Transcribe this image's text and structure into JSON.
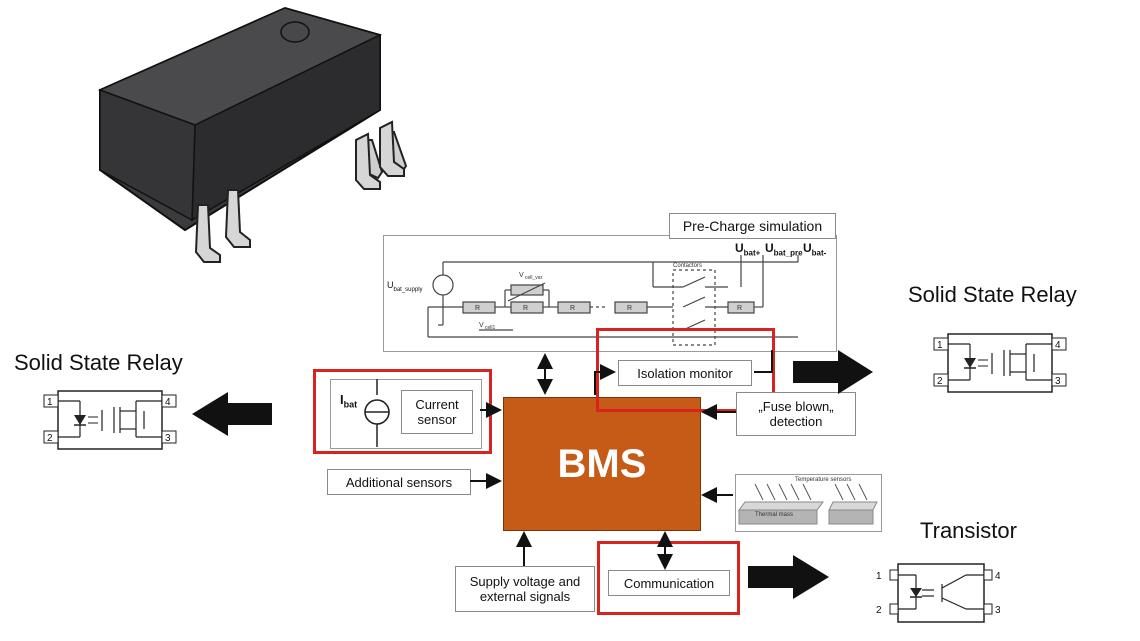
{
  "labels": {
    "ssr_left": "Solid State Relay",
    "ssr_right": "Solid State Relay",
    "transistor": "Transistor"
  },
  "precharge": {
    "title": "Pre-Charge simulation",
    "u_bat_plus_main": "U",
    "u_bat_plus_sub": "bat+",
    "u_bat_pre_main": "U",
    "u_bat_pre_sub": "bat_pre",
    "u_bat_minus_main": "U",
    "u_bat_minus_sub": "bat-",
    "u_bat_supply": "U",
    "u_bat_supply_sub": "bat_supply",
    "v_cell_var": "V",
    "v_cell_var_sub": "cell_var",
    "v_cell1": "V",
    "v_cell1_sub": "cell1",
    "contactors": "Contactors",
    "resistor": "R"
  },
  "blocks": {
    "bms": "BMS",
    "current_sensor": "Current sensor",
    "i_bat_main": "I",
    "i_bat_sub": "bat",
    "isolation_monitor": "Isolation monitor",
    "fuse_blown": "„Fuse blown„ detection",
    "additional_sensors": "Additional sensors",
    "temperature_sensors": "Temperature sensors",
    "thermal_mass": "Thermal mass",
    "supply_voltage": "Supply voltage and external signals",
    "communication": "Communication"
  },
  "pins": {
    "ssr_left": [
      "1",
      "2",
      "4",
      "3"
    ],
    "ssr_right": [
      "1",
      "2",
      "4",
      "3"
    ],
    "transistor": [
      "1",
      "2",
      "4",
      "3"
    ]
  },
  "colors": {
    "bms_fill": "#c65a17",
    "highlight": "#d8231f",
    "chip_body": "#3b3b3d"
  }
}
